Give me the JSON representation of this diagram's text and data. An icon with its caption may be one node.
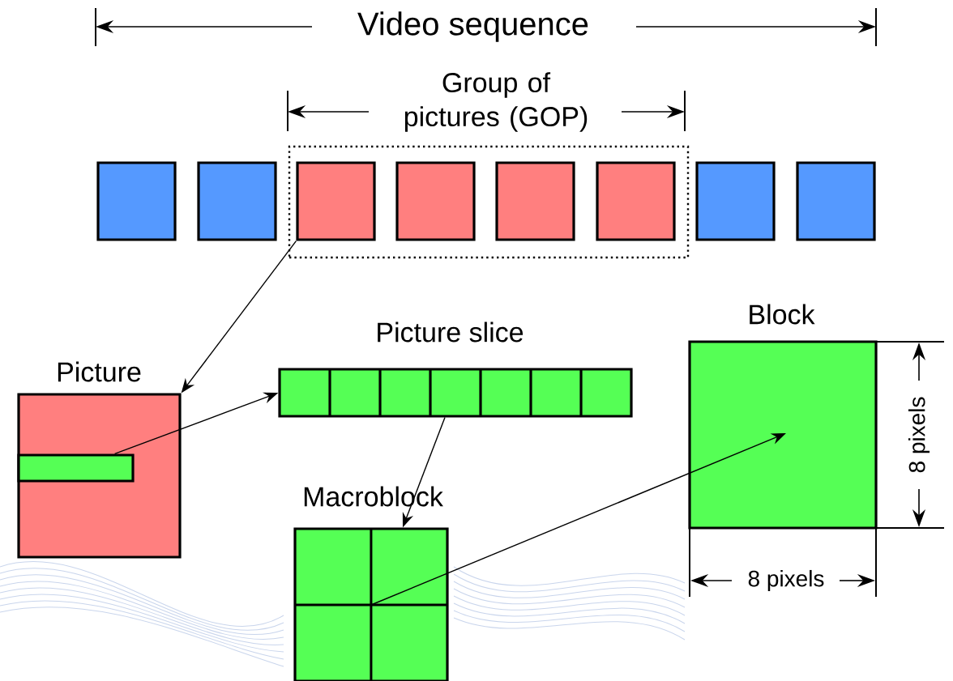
{
  "diagram": {
    "nodes": [
      {
        "text": [],
        "shape": "box"
      },
      {
        "text": [],
        "shape": "box"
      },
      {
        "text": [],
        "shape": "box"
      },
      {
        "text": [],
        "shape": "box",
        "in": 2
      },
      {
        "text": [],
        "shape": "box",
        "in": 2
      },
      {
        "text": [],
        "shape": "box",
        "in": 2
      },
      {
        "text": [],
        "shape": "box",
        "in": 2
      },
      {
        "text": [],
        "shape": "box"
      },
      {
        "text": [],
        "shape": "box"
      },
      {
        "text": [
          "Picture"
        ]
      },
      {
        "text": [],
        "shape": "box",
        "in": 9
      },
      {
        "text": [
          "Picture slice"
        ]
      },
      {
        "text": [
          "Macroblock"
        ]
      },
      {
        "text": [
          "Block"
        ]
      }
    ],
    "edges": [
      {
        "from": 3,
        "to": 9,
        "arrow": "to"
      },
      {
        "from": 10,
        "to": 11,
        "arrow": "to"
      },
      {
        "from": 11,
        "to": 12,
        "arrow": "to"
      },
      {
        "from": 12,
        "to": 13,
        "arrow": "to"
      }
    ],
    "labels": [
      "Video sequence",
      "Group of pictures (GOP)",
      "8 pixels",
      "8 pixels"
    ]
  }
}
